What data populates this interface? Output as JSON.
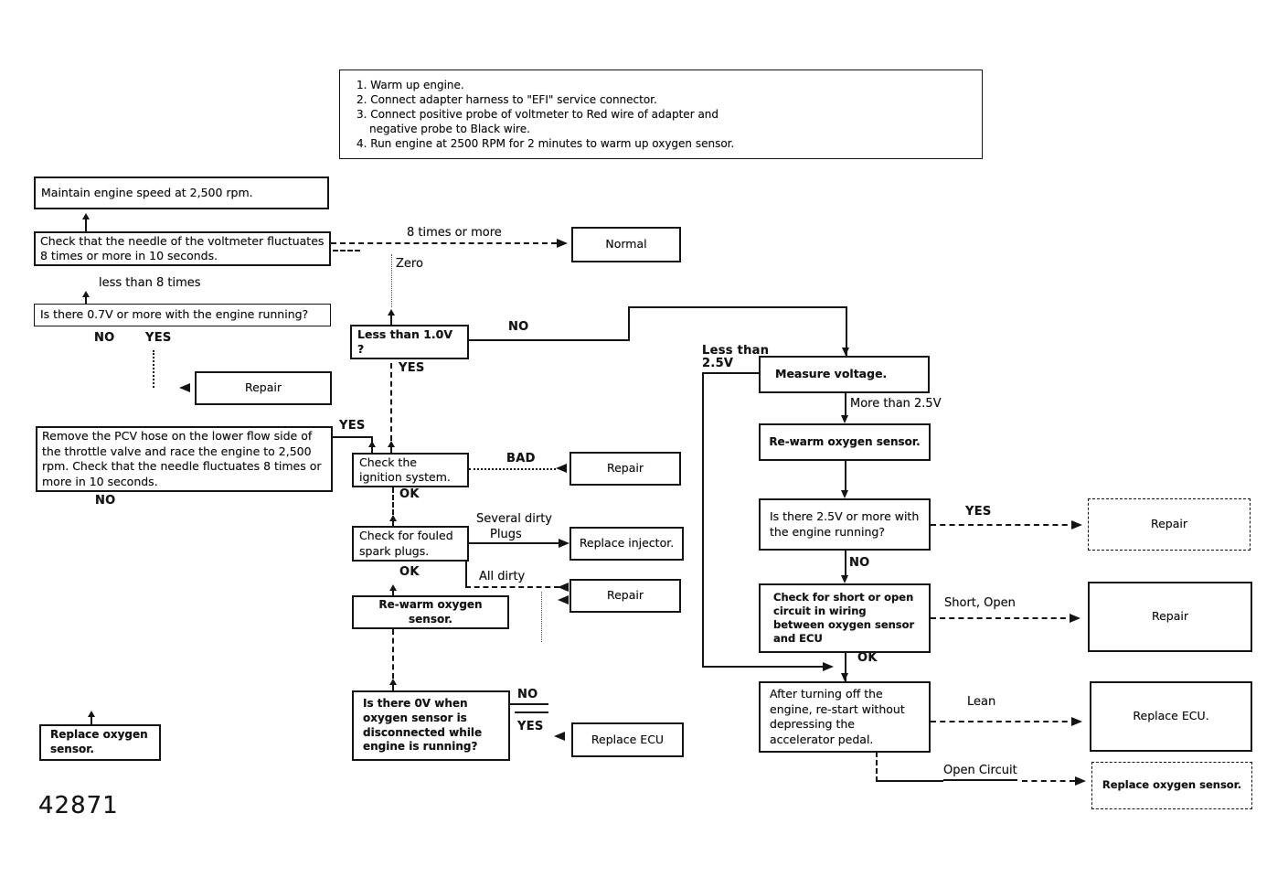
{
  "figure": {
    "number": "42871"
  },
  "colors": {
    "ink": "#141414",
    "paper": "#ffffff"
  },
  "prep": {
    "lines": [
      "1.  Warm up engine.",
      "2.  Connect adapter harness to \"EFI\" service connector.",
      "3.  Connect positive probe of voltmeter to Red wire of adapter and",
      "negative probe to Black wire.",
      "4.  Run engine at 2500 RPM for 2 minutes to warm up oxygen sensor."
    ]
  },
  "nodes": {
    "maintain": "Maintain engine speed at 2,500 rpm.",
    "check_needle": "Check that the needle of the voltmeter fluctuates 8 times or more in 10 seconds.",
    "q_07v": "Is there 0.7V or more with the engine running?",
    "normal": "Normal",
    "less_1v": "Less than 1.0V ?",
    "repair_a": "Repair",
    "pcv": "Remove the PCV hose on the lower flow side of the throttle valve and race the engine to 2,500 rpm.  Check that the needle fluctuates 8 times or more in 10 seconds.",
    "check_ignition": "Check the ignition system.",
    "repair_b": "Repair",
    "spark_plugs": "Check for fouled spark plugs.",
    "replace_injector": "Replace injector.",
    "repair_c": "Repair",
    "rewarm_mid": "Re-warm oxygen sensor.",
    "q_0v": "Is there 0V when oxygen sensor is disconnected while engine is running?",
    "replace_ecu_mid": "Replace ECU",
    "replace_o2_left": "Replace oxygen sensor.",
    "measure_voltage": "Measure voltage.",
    "rewarm_right": "Re-warm oxygen sensor.",
    "q_25v": "Is there 2.5V or more with the engine running?",
    "repair_d": "Repair",
    "short_open_check": "Check for short or open circuit in wiring between oxygen sensor and ECU",
    "repair_e": "Repair",
    "restart": "After turning off the engine, re-start without depressing the accelerator pedal.",
    "replace_ecu_right": "Replace ECU.",
    "replace_o2_right": "Replace oxygen sensor."
  },
  "labels": {
    "eight_times": "8 times or more",
    "zero": "Zero",
    "less_than_8": "less than 8 times",
    "no": "NO",
    "yes": "YES",
    "ok": "OK",
    "bad": "BAD",
    "several_dirty": "Several dirty",
    "plugs": "Plugs",
    "all_dirty": "All dirty",
    "less_25_a": "Less than",
    "less_25_b": "2.5V",
    "more_25": "More than 2.5V",
    "short_open": "Short, Open",
    "lean": "Lean",
    "open_circuit": "Open Circuit"
  }
}
